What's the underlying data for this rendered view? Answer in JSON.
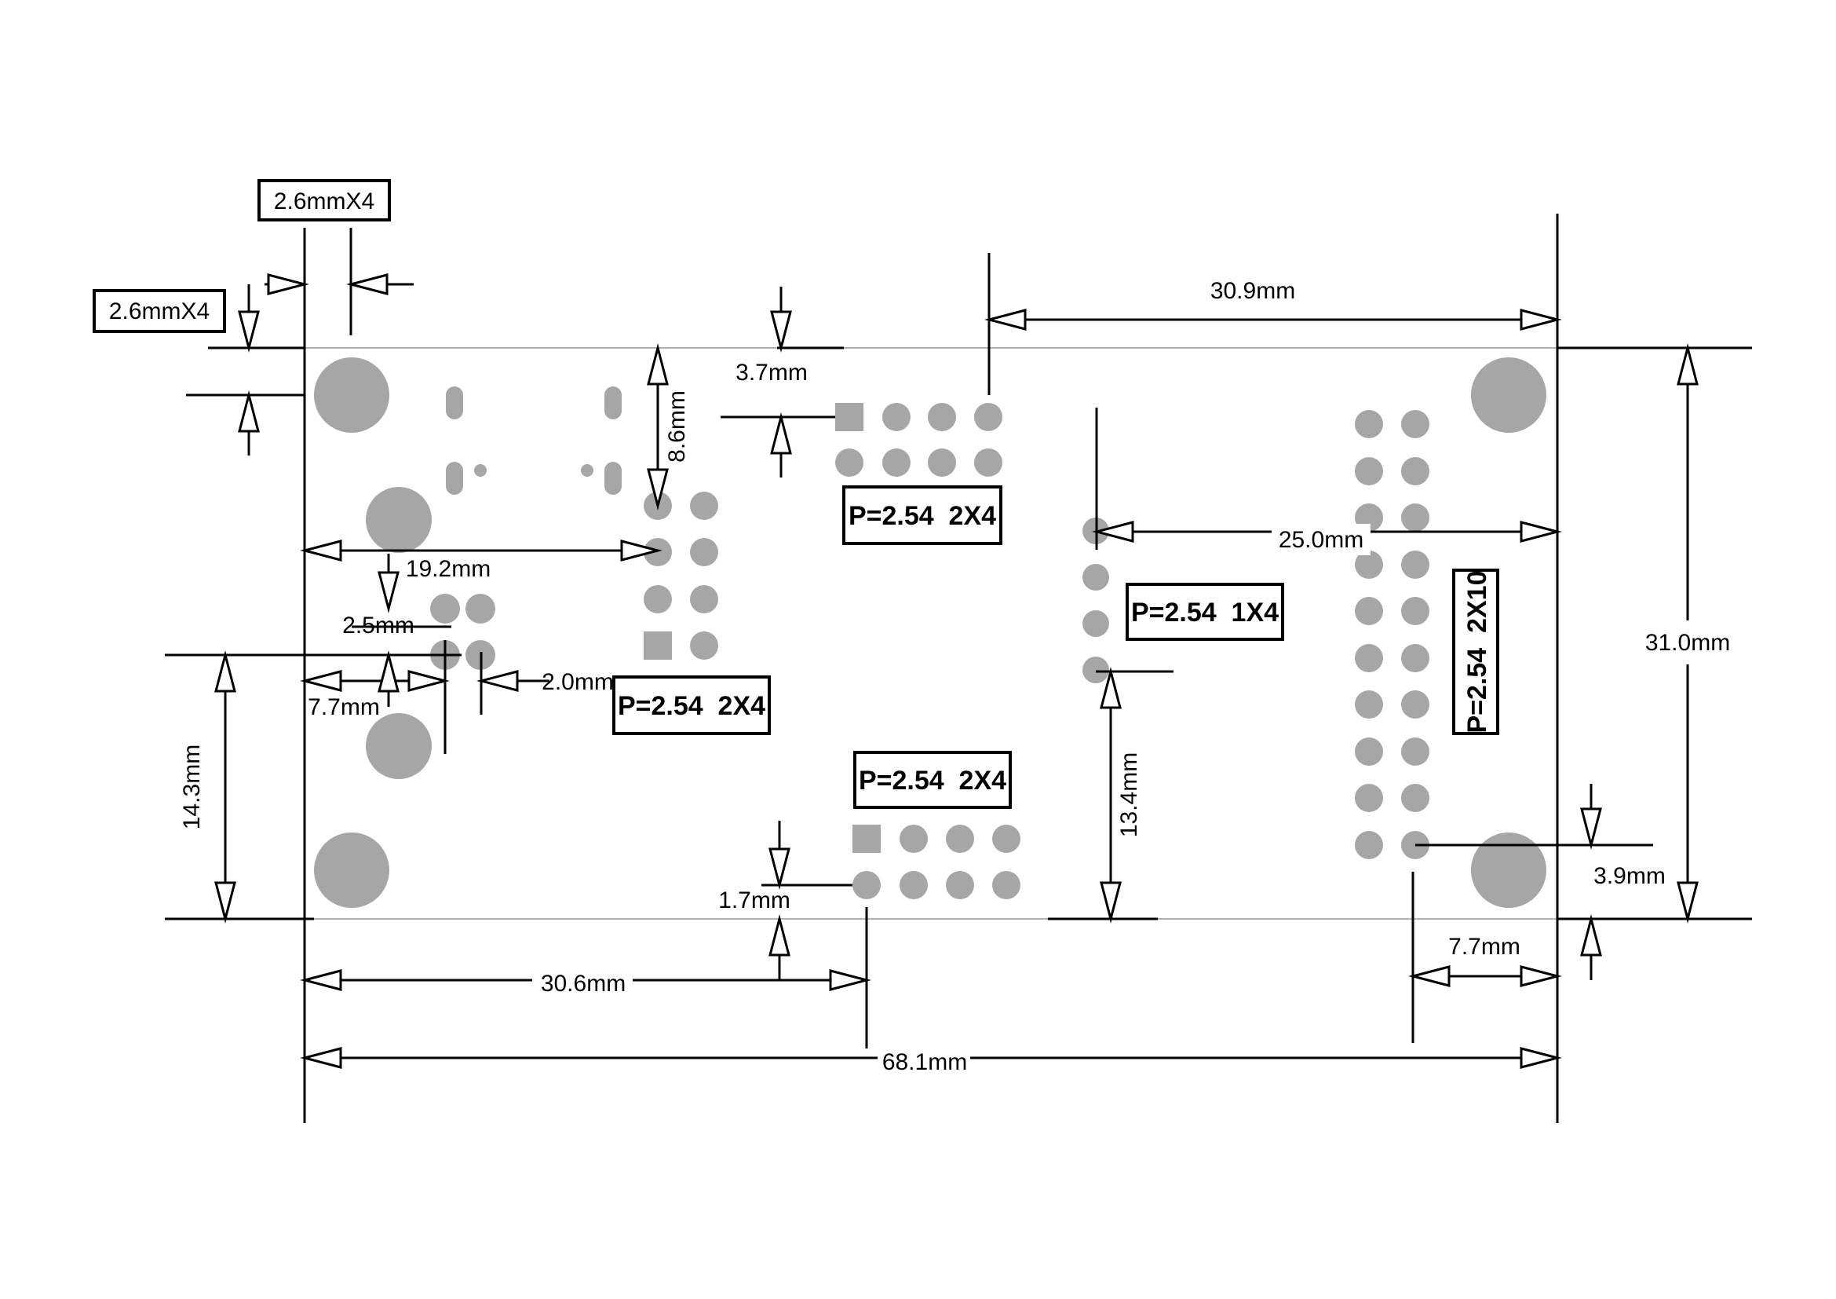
{
  "labels": {
    "hole_width": "2.6mmX4",
    "hole_height": "2.6mmX4",
    "top_right_width": "30.9mm",
    "top_gap": "3.7mm",
    "connector_offset": "8.6mm",
    "header_pos": "19.2mm",
    "small_gap": "2.5mm",
    "small_width": "2.0mm",
    "left_offset": "7.7mm",
    "left_height": "14.3mm",
    "right_offset_1x4": "25.0mm",
    "height_1x4": "13.4mm",
    "total_height": "31.0mm",
    "bottom_gap": "1.7mm",
    "bottom_right_gap": "3.9mm",
    "right_offset": "7.7mm",
    "bottom_header_pos": "30.6mm",
    "total_width": "68.1mm"
  },
  "connectors": {
    "top_2x4": "P=2.54  2X4",
    "left_2x4": "P=2.54  2X4",
    "bottom_2x4": "P=2.54  2X4",
    "mid_1x4": "P=2.54  1X4",
    "right_2x10": "P=2.54  2X10"
  }
}
